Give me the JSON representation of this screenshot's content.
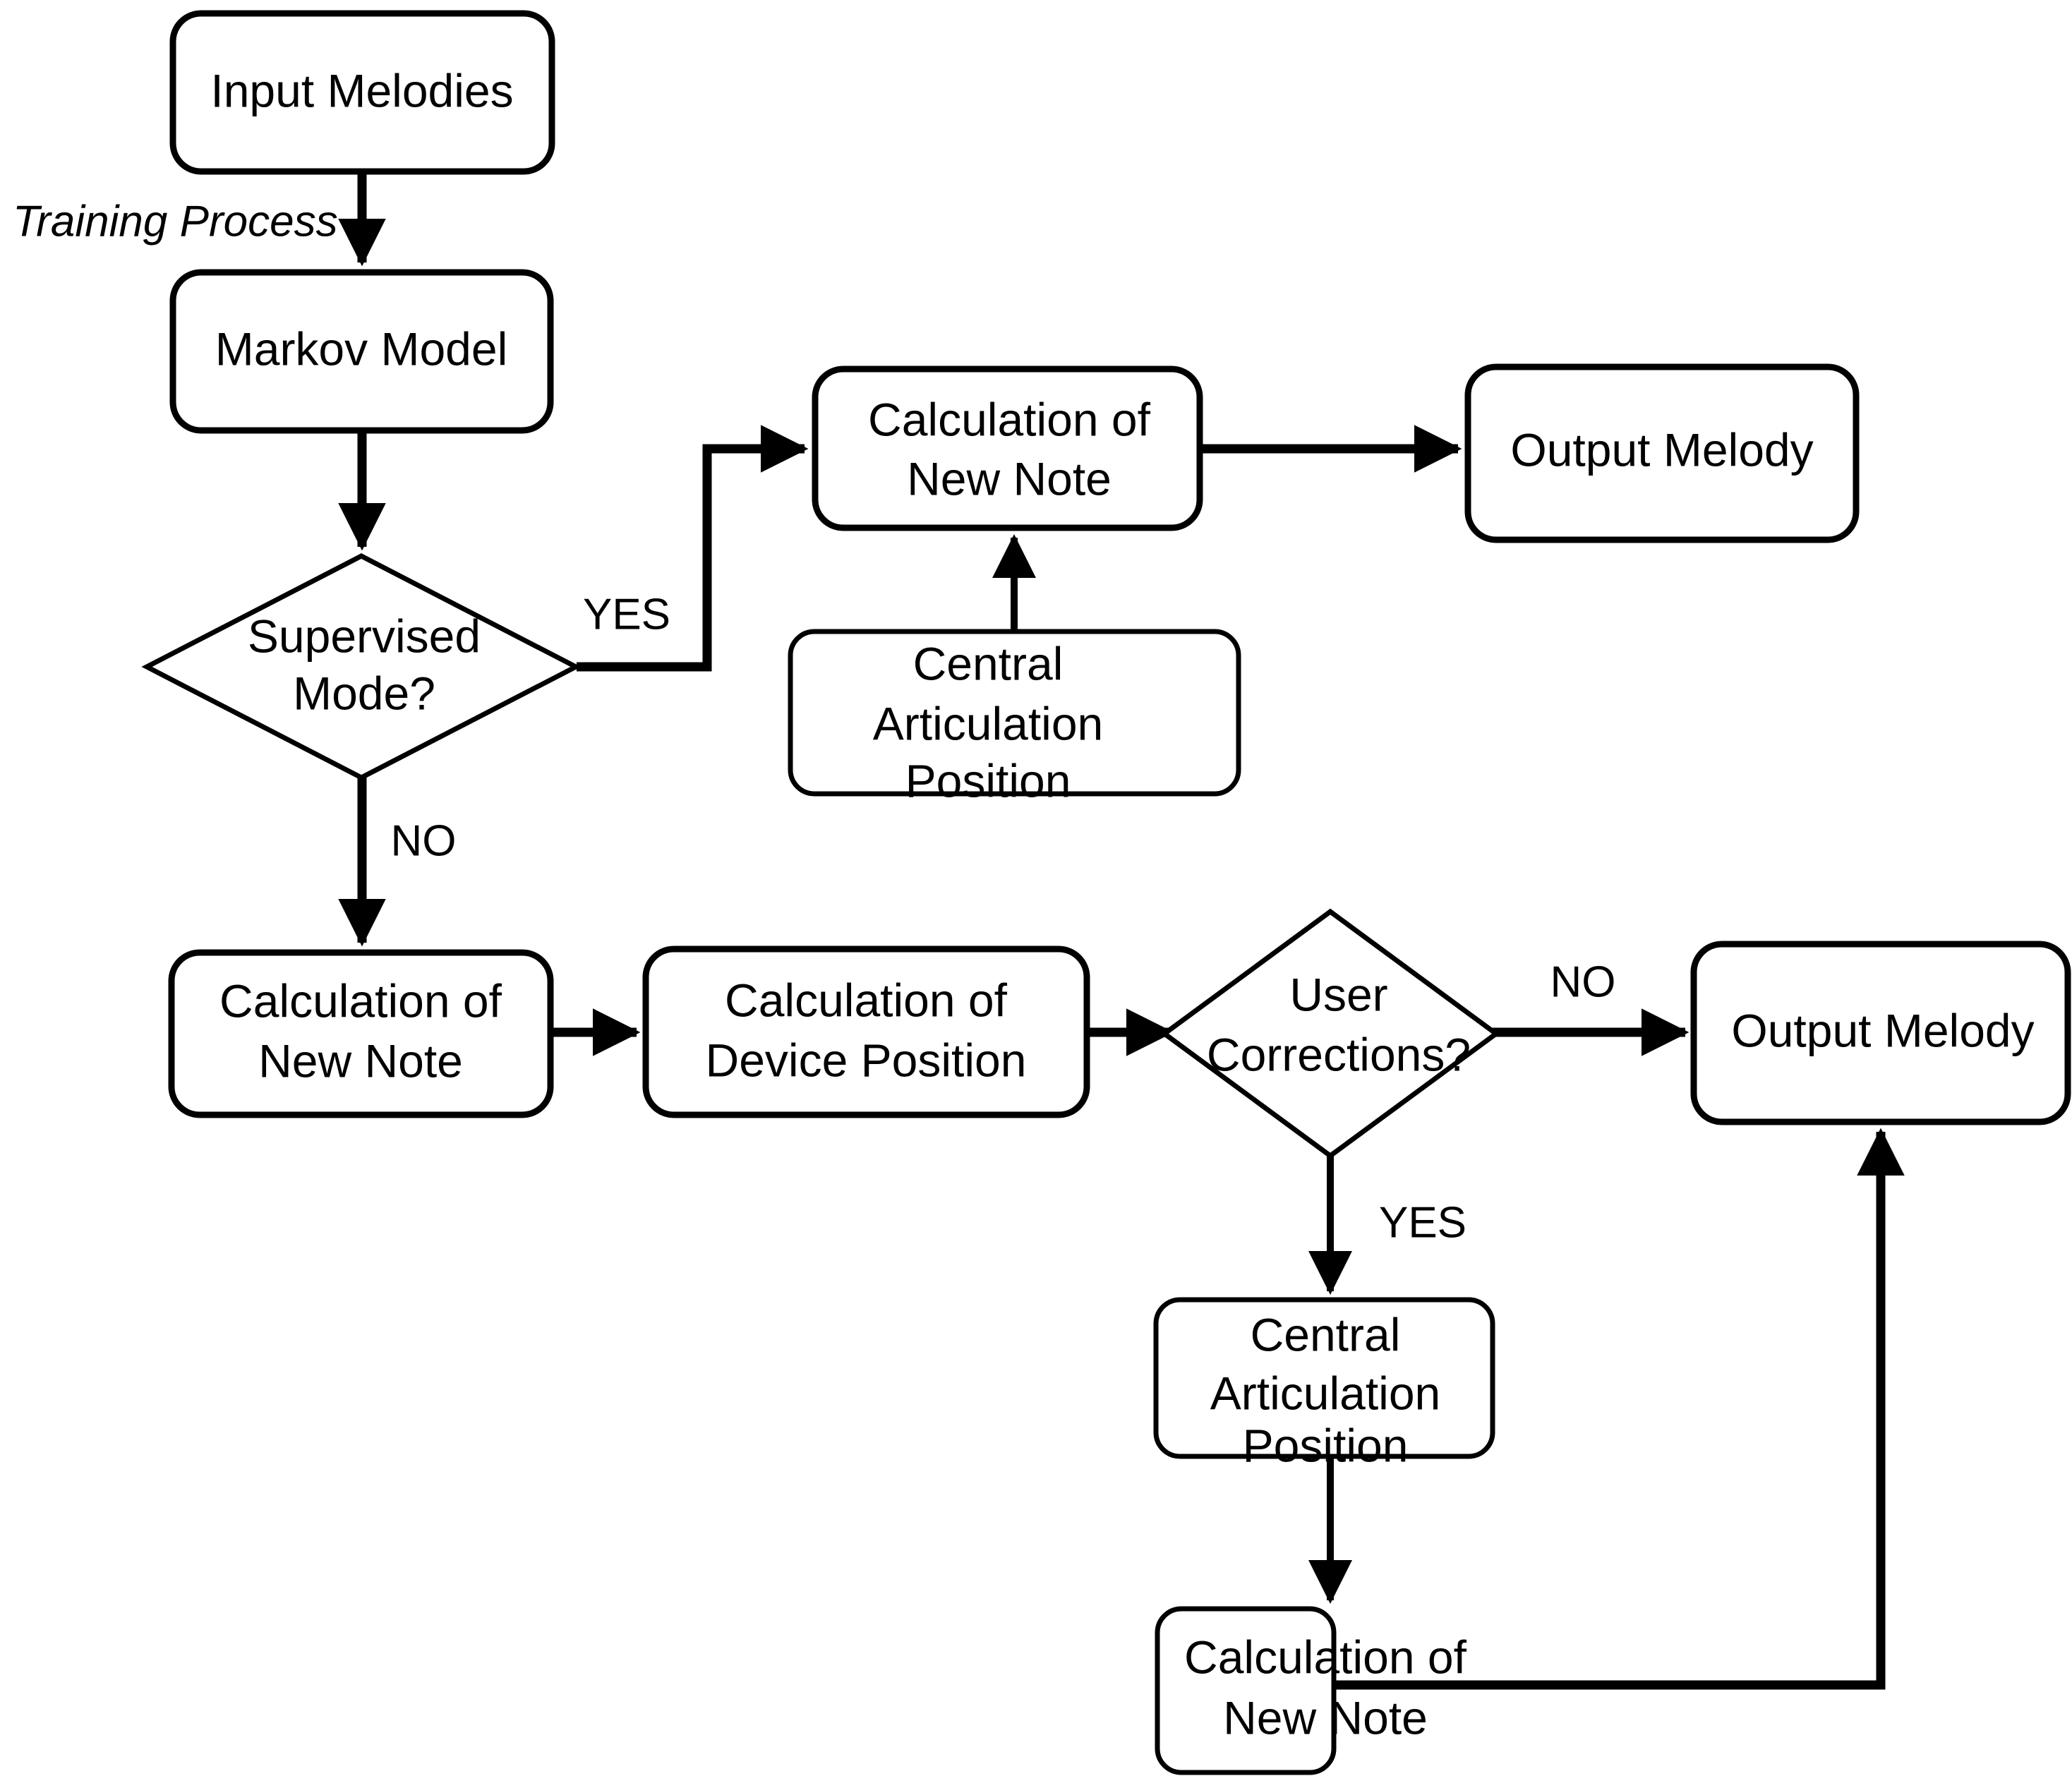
{
  "diagram": {
    "title": "Melody generation flowchart",
    "background_color": "#ffffff",
    "stroke_color": "#000000",
    "nodes": {
      "input_melodies": "Input Melodies",
      "markov_model": "Markov Model",
      "supervised_mode_line1": "Supervised",
      "supervised_mode_line2": "Mode?",
      "calc_new_note_top_line1": "Calculation of",
      "calc_new_note_top_line2": "New Note",
      "output_melody_top": "Output Melody",
      "central_articulation_top_line1": "Central",
      "central_articulation_top_line2": "Articulation",
      "central_articulation_top_line3": "Position",
      "calc_new_note_left_line1": "Calculation of",
      "calc_new_note_left_line2": "New Note",
      "calc_device_position_line1": "Calculation of",
      "calc_device_position_line2": "Device Position",
      "user_corrections_line1": "User",
      "user_corrections_line2": "Corrections?",
      "output_melody_bottom": "Output Melody",
      "central_articulation_bottom_line1": "Central",
      "central_articulation_bottom_line2": "Articulation",
      "central_articulation_bottom_line3": "Position",
      "calc_new_note_bottom_line1": "Calculation of",
      "calc_new_note_bottom_line2": "New Note"
    },
    "edge_labels": {
      "training_process": "Training Process",
      "supervised_yes": "YES",
      "supervised_no": "NO",
      "corrections_no": "NO",
      "corrections_yes": "YES"
    }
  }
}
